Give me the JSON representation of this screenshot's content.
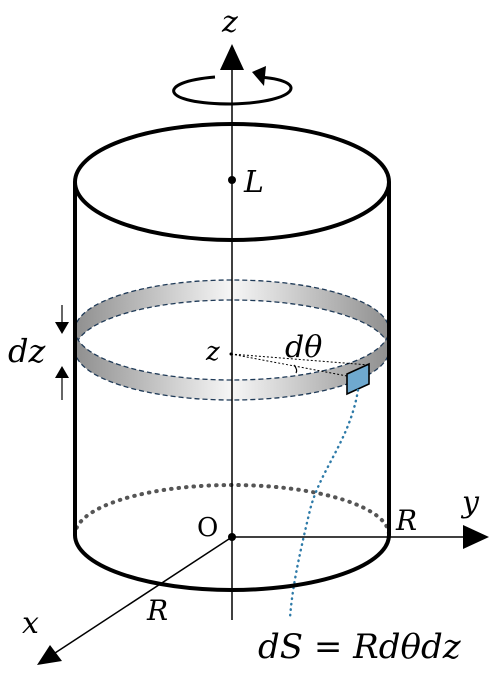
{
  "labels": {
    "z_axis": "z",
    "y_axis": "y",
    "x_axis": "x",
    "top_point": "L",
    "origin": "O",
    "radius_bottom": "R",
    "radius_x": "R",
    "band_height": "dz",
    "band_center": "z",
    "angle": "dθ",
    "area_formula": "dS = Rdθdz"
  },
  "colors": {
    "outline": "#000000",
    "patch_fill": "#6fa9cf",
    "patch_leader": "#2d7aa8",
    "dotted_base": "#555555"
  },
  "icons": {
    "rotation": "rotation-arrow-icon"
  }
}
